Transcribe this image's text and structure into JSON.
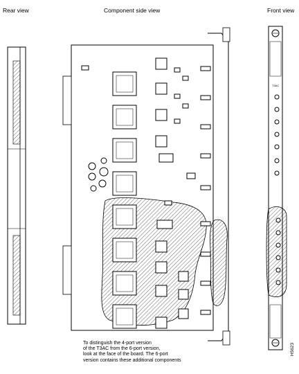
{
  "labels": {
    "rear_view": "Rear view",
    "component_side_view": "Component side view",
    "front_view": "Front view"
  },
  "note": {
    "lines": [
      "To distinguish the 4-port version",
      "of the T3AC from the 6-port version,",
      "look at the face of the board. The 6-port",
      "version contains these additional components"
    ]
  },
  "front_panel": {
    "title": "T3AC"
  },
  "figure_id": "H5623"
}
